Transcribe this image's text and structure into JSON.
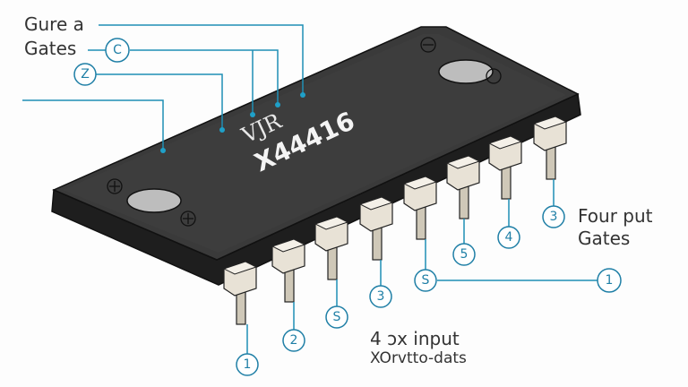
{
  "chip": {
    "logo_text": "VJR",
    "part_number": "X44416",
    "body_color": "#3a3a3a",
    "pin_color": "#e8e2d6",
    "callout_color": "#1f8fb5"
  },
  "labels": {
    "top_left_line1": "Gure a",
    "top_left_line2": "Gates",
    "right_line1": "Four put",
    "right_line2": "Gates",
    "bottom_line1": "4 ɔx input",
    "bottom_line2": "XOrvtto-dats"
  },
  "callouts": {
    "c": "C",
    "z": "Z",
    "pin_callouts": [
      "1",
      "2",
      "S",
      "3",
      "S",
      "5",
      "4",
      "3"
    ],
    "far_right": "1"
  }
}
